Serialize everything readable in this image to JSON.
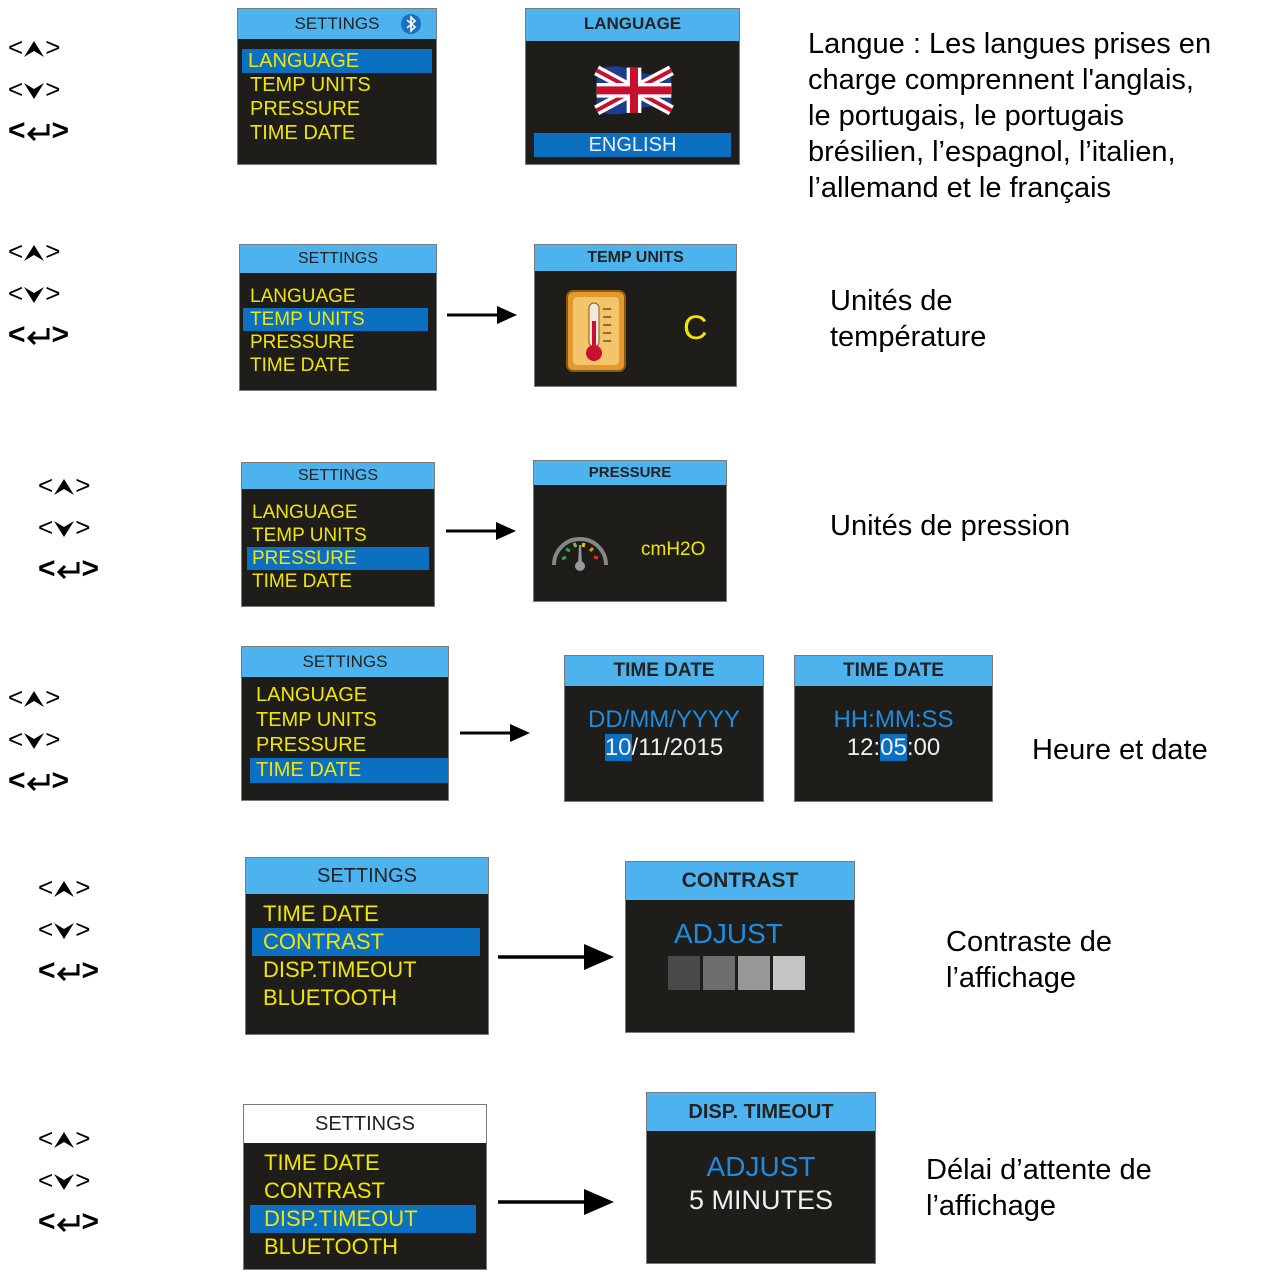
{
  "nav": {
    "lt": "<",
    "gt": ">"
  },
  "menu": {
    "title": "SETTINGS",
    "items_a": [
      "LANGUAGE",
      "TEMP UNITS",
      "PRESSURE",
      "TIME DATE"
    ],
    "items_b": [
      "TIME DATE",
      "CONTRAST",
      "DISP.TIMEOUT",
      "BLUETOOTH"
    ]
  },
  "language": {
    "title": "LANGUAGE",
    "value": "ENGLISH",
    "description": [
      "Langue : Les langues prises en",
      "charge comprennent l'anglais,",
      "le portugais, le portugais",
      "brésilien, l’espagnol, l’italien,",
      "l’allemand et le français"
    ]
  },
  "temp_units": {
    "title": "TEMP UNITS",
    "value": "C",
    "description": [
      "Unités de",
      "température"
    ]
  },
  "pressure": {
    "title": "PRESSURE",
    "value": "cmH2O",
    "description": [
      "Unités de pression"
    ]
  },
  "time_date": {
    "title": "TIME DATE",
    "date_format": "DD/MM/YYYY",
    "date_sel": "10",
    "date_rest": "/11/2015",
    "time_format": "HH:MM:SS",
    "time_pre": "12:",
    "time_sel": "05",
    "time_post": ":00",
    "description": [
      "Heure et date"
    ]
  },
  "contrast": {
    "title": "CONTRAST",
    "adjust": "ADJUST",
    "levels": [
      "#4a4848",
      "#6e6c6c",
      "#979797",
      "#c4c4c4"
    ],
    "description": [
      "Contraste de",
      "l’affichage"
    ]
  },
  "disp_timeout": {
    "title": "DISP. TIMEOUT",
    "adjust": "ADJUST",
    "value": "5 MINUTES",
    "description": [
      "Délai d’attente de",
      "l’affichage"
    ]
  },
  "colors": {
    "header": "#4db3ef",
    "selection": "#0b6fc2",
    "menu_text": "#f2e600",
    "screen_bg": "#1f1d1a"
  }
}
